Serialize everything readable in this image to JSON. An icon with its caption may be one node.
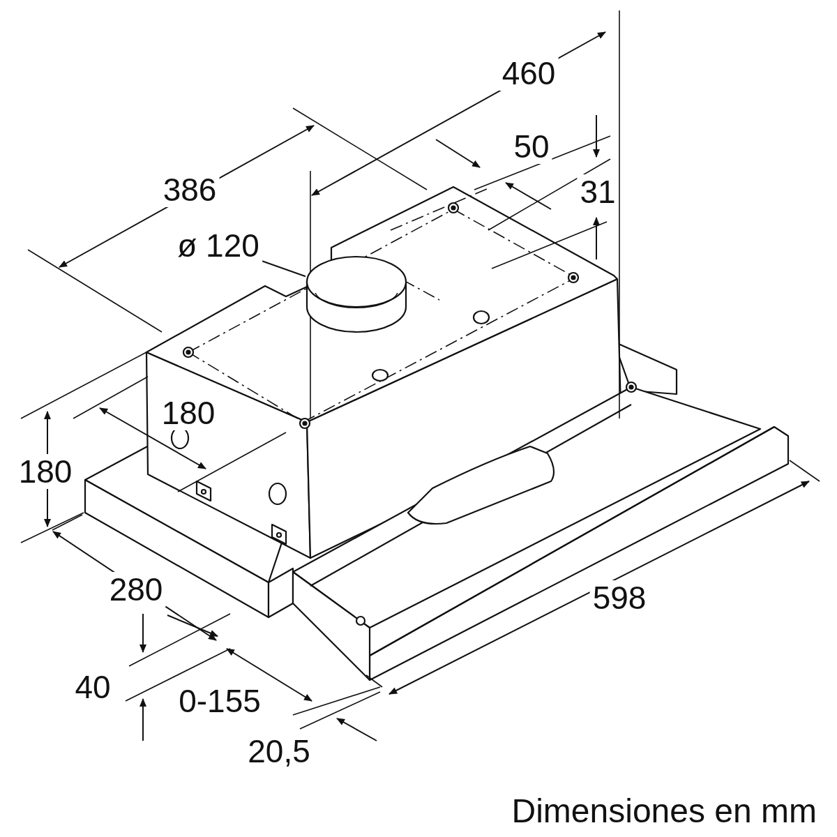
{
  "diagram": {
    "caption": "Dimensiones en mm",
    "nodes": [
      {
        "text": [
          "ø 120"
        ]
      },
      {
        "text": [],
        "shape": "cylinder"
      }
    ],
    "edges": [
      {
        "from": 0,
        "to": 1,
        "arrow": "none"
      }
    ],
    "labels": [
      "460",
      "50",
      "386",
      "31",
      "180",
      "180",
      "280",
      "598",
      "40",
      "0-155",
      "20,5"
    ]
  }
}
